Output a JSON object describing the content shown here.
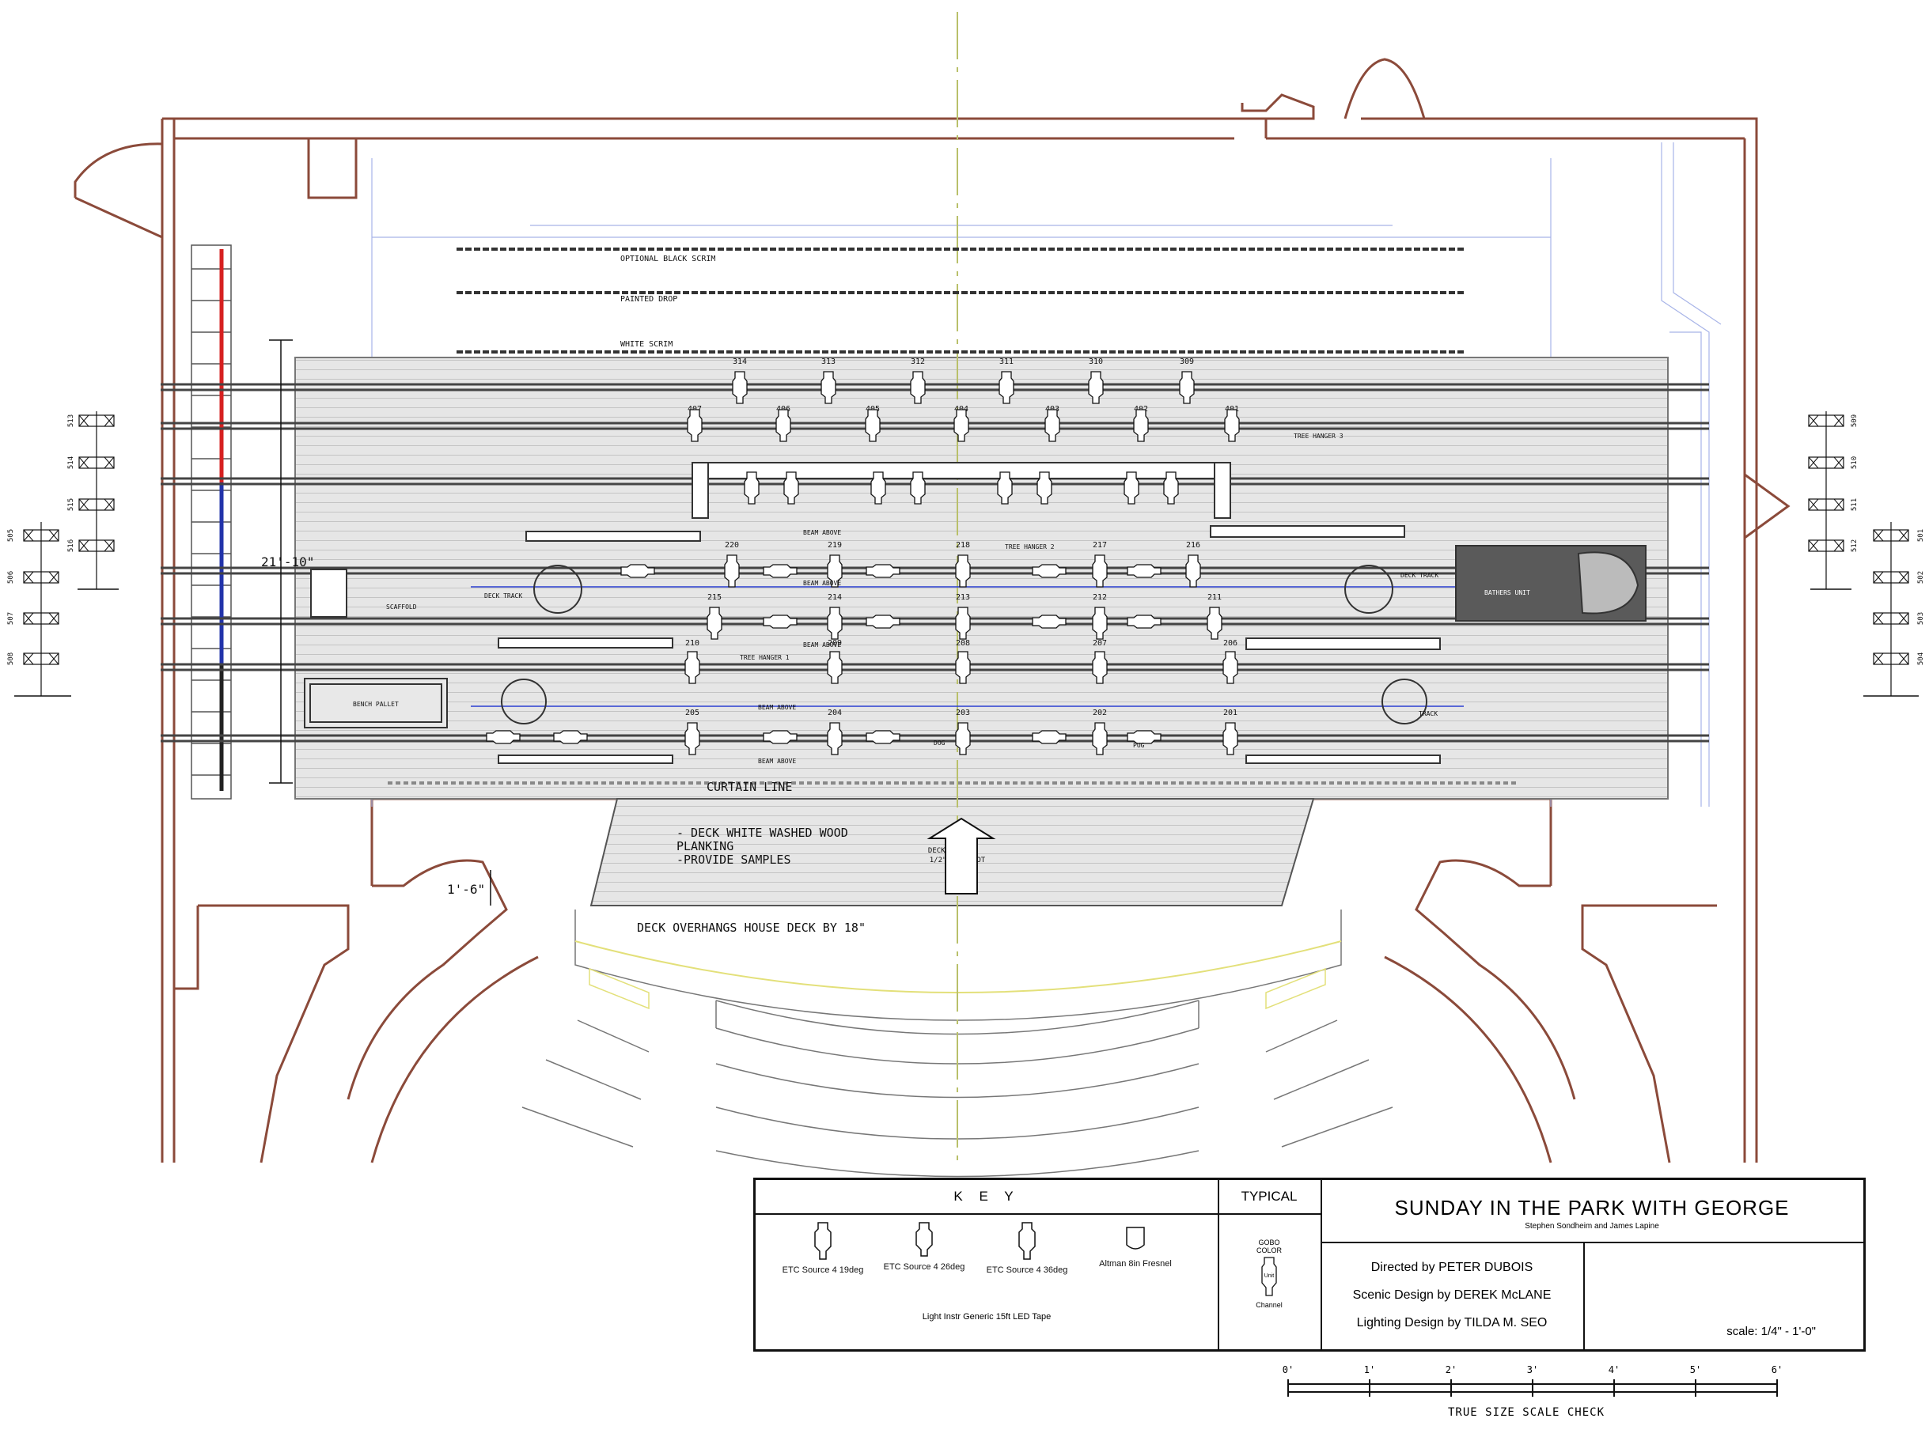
{
  "drawing": {
    "colors": {
      "wall": "#8b4a3a",
      "ink": "#1a1a1a",
      "deck": "#e4e4e4",
      "deck_line": "#b0b0b0",
      "centerline": "#b9c06a",
      "rail_red": "#d62020",
      "rail_blue": "#2233aa",
      "track_blue": "#2a3fd0",
      "seat_yellow": "#e3e07a",
      "faint_blue": "#a8b4e8"
    },
    "drops": [
      "OPTIONAL BLACK SCRIM",
      "PAINTED DROP",
      "WHITE SCRIM"
    ],
    "annotations": {
      "dimension_width": "21'-10\"",
      "dimension_overhang": "1'-6\"",
      "curtain_line": "CURTAIN LINE",
      "deck_note_lines": [
        "- DECK WHITE WASHED WOOD",
        "PLANKING",
        "-PROVIDE SAMPLES"
      ],
      "deck_rake_lines": [
        "DECK RAKES",
        "1/2\" PER FOOT"
      ],
      "overhang_note": "DECK OVERHANGS HOUSE DECK BY 18\"",
      "deck_track": "DECK TRACK",
      "track": "TRACK",
      "scaffold": "SCAFFOLD",
      "bench_pallet": "BENCH PALLET",
      "bathers_unit": "BATHERS UNIT",
      "beam_above": "BEAM ABOVE",
      "tree_hanger_1": "TREE HANGER 1",
      "tree_hanger_2": "TREE HANGER 2",
      "tree_hanger_3": "TREE HANGER 3",
      "dog": "DOG",
      "pug": "PUG"
    },
    "row_300": [
      "314",
      "313",
      "312",
      "311",
      "310",
      "309"
    ],
    "row_400": [
      "407",
      "406",
      "405",
      "404",
      "403",
      "402",
      "401"
    ],
    "row_220": [
      "220",
      "219",
      "218",
      "217",
      "216"
    ],
    "row_215": [
      "215",
      "214",
      "213",
      "212",
      "211"
    ],
    "row_210": [
      "210",
      "209",
      "208",
      "207",
      "206"
    ],
    "row_205": [
      "205",
      "204",
      "203",
      "202",
      "201"
    ],
    "booms_left_outer": [
      "505",
      "506",
      "507",
      "508"
    ],
    "booms_left_inner": [
      "513",
      "514",
      "515",
      "516"
    ],
    "booms_right_inner": [
      "509",
      "510",
      "511",
      "512"
    ],
    "booms_right_outer": [
      "501",
      "502",
      "503",
      "504"
    ]
  },
  "key": {
    "heading": "K E Y",
    "items": [
      {
        "label": "ETC Source 4 19deg",
        "icon": "ellipsoidal-19-icon"
      },
      {
        "label": "ETC Source 4 26deg",
        "icon": "ellipsoidal-26-icon"
      },
      {
        "label": "ETC Source 4 36deg",
        "icon": "ellipsoidal-36-icon"
      },
      {
        "label": "Altman 8in Fresnel",
        "icon": "fresnel-icon"
      }
    ],
    "tape_label": "Light Instr Generic 15ft LED Tape"
  },
  "typical": {
    "heading": "TYPICAL",
    "gobo": "GOBO",
    "color": "COLOR",
    "unit": "Unit",
    "channel": "Channel"
  },
  "title_block": {
    "show": "SUNDAY IN THE PARK WITH GEORGE",
    "authors": "Stephen Sondheim and James Lapine",
    "director": "Directed by PETER DUBOIS",
    "scenic": "Scenic Design by DEREK McLANE",
    "lighting": "Lighting Design by TILDA M. SEO",
    "scale": "scale: 1/4\" - 1'-0\""
  },
  "scale_bar": {
    "ticks": [
      "0'",
      "1'",
      "2'",
      "3'",
      "4'",
      "5'",
      "6'"
    ],
    "caption": "TRUE SIZE SCALE CHECK"
  }
}
